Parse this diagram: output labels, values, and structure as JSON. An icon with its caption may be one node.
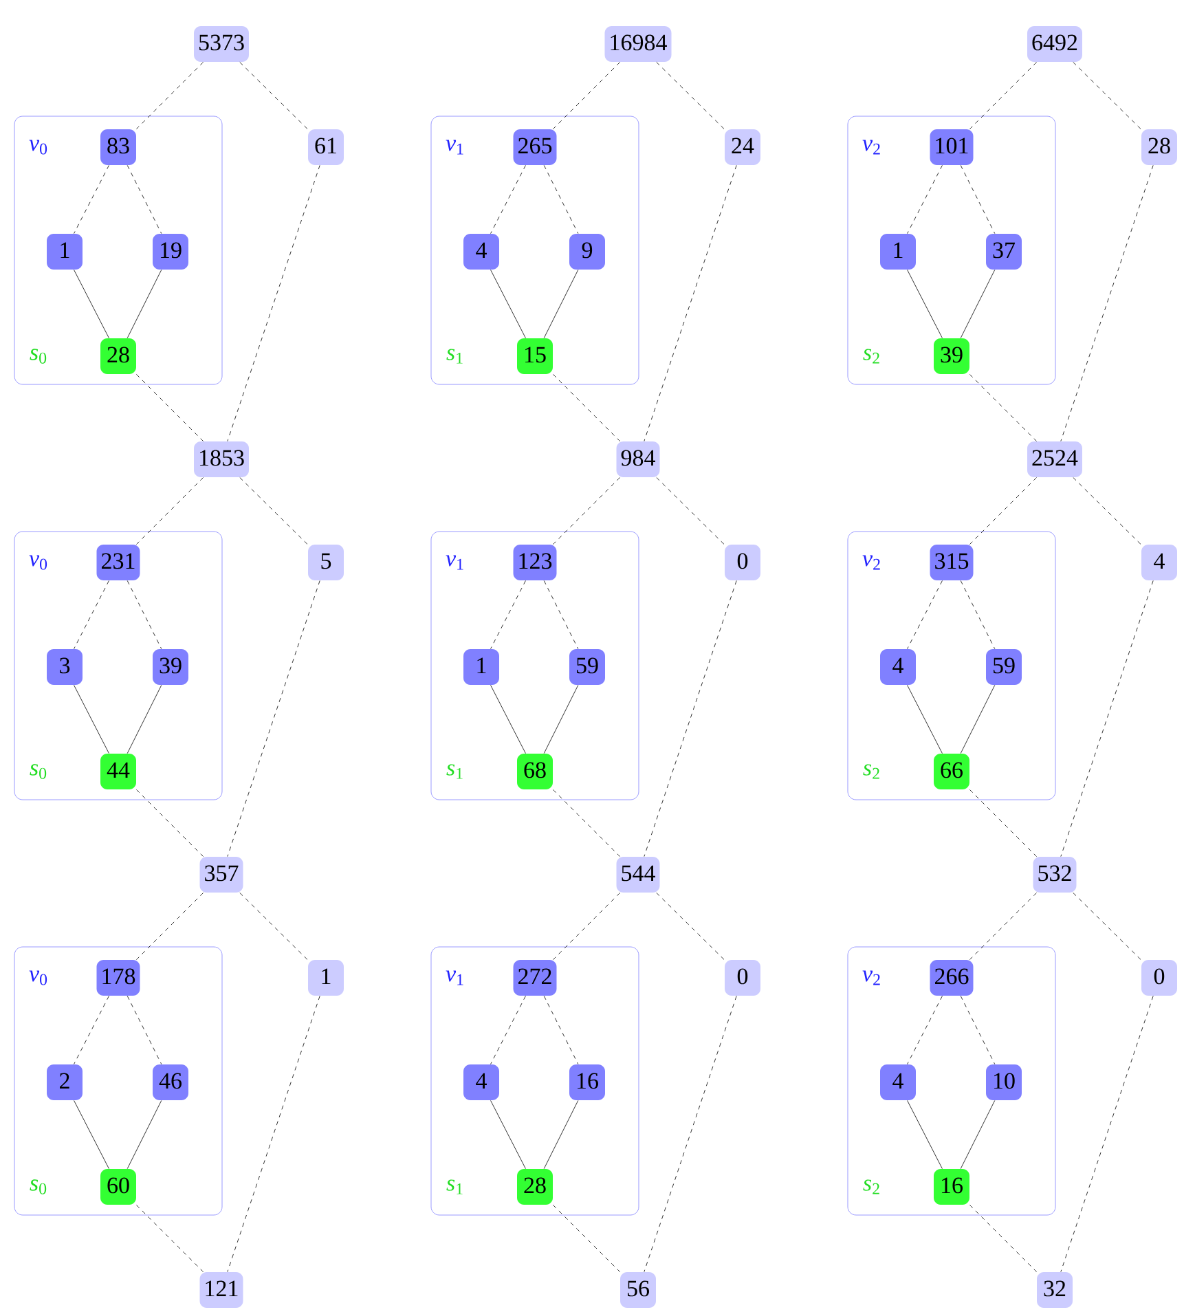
{
  "diagram": {
    "nodes": [
      {
        "text": [
          "5373"
        ]
      },
      {
        "text": [
          "*v*$_{0}$",
          "*s*$_{0}$"
        ]
      },
      {
        "text": [
          "83"
        ],
        "in": 1
      },
      {
        "text": [
          "1"
        ],
        "in": 1
      },
      {
        "text": [
          "19"
        ],
        "in": 1
      },
      {
        "text": [
          "28"
        ],
        "in": 1
      },
      {
        "text": [
          "61"
        ]
      },
      {
        "text": [
          "1853"
        ]
      },
      {
        "text": [
          "*v*$_{0}$",
          "*s*$_{0}$"
        ]
      },
      {
        "text": [
          "231"
        ],
        "in": 8
      },
      {
        "text": [
          "3"
        ],
        "in": 8
      },
      {
        "text": [
          "39"
        ],
        "in": 8
      },
      {
        "text": [
          "44"
        ],
        "in": 8
      },
      {
        "text": [
          "5"
        ]
      },
      {
        "text": [
          "357"
        ]
      },
      {
        "text": [
          "*v*$_{0}$",
          "*s*$_{0}$"
        ]
      },
      {
        "text": [
          "178"
        ],
        "in": 15
      },
      {
        "text": [
          "2"
        ],
        "in": 15
      },
      {
        "text": [
          "46"
        ],
        "in": 15
      },
      {
        "text": [
          "60"
        ],
        "in": 15
      },
      {
        "text": [
          "1"
        ]
      },
      {
        "text": [
          "121"
        ]
      },
      {
        "text": [
          "16984"
        ]
      },
      {
        "text": [
          "*v*$_{1}$",
          "*s*$_{1}$"
        ]
      },
      {
        "text": [
          "265"
        ],
        "in": 23
      },
      {
        "text": [
          "4"
        ],
        "in": 23
      },
      {
        "text": [
          "9"
        ],
        "in": 23
      },
      {
        "text": [
          "15"
        ],
        "in": 23
      },
      {
        "text": [
          "24"
        ]
      },
      {
        "text": [
          "984"
        ]
      },
      {
        "text": [
          "*v*$_{1}$",
          "*s*$_{1}$"
        ]
      },
      {
        "text": [
          "123"
        ],
        "in": 30
      },
      {
        "text": [
          "1"
        ],
        "in": 30
      },
      {
        "text": [
          "59"
        ],
        "in": 30
      },
      {
        "text": [
          "68"
        ],
        "in": 30
      },
      {
        "text": [
          "0"
        ]
      },
      {
        "text": [
          "544"
        ]
      },
      {
        "text": [
          "*v*$_{1}$",
          "*s*$_{1}$"
        ]
      },
      {
        "text": [
          "272"
        ],
        "in": 37
      },
      {
        "text": [
          "4"
        ],
        "in": 37
      },
      {
        "text": [
          "16"
        ],
        "in": 37
      },
      {
        "text": [
          "28"
        ],
        "in": 37
      },
      {
        "text": [
          "0"
        ]
      },
      {
        "text": [
          "56"
        ]
      },
      {
        "text": [
          "6492"
        ]
      },
      {
        "text": [
          "*v*$_{2}$",
          "*s*$_{2}$"
        ]
      },
      {
        "text": [
          "101"
        ],
        "in": 45
      },
      {
        "text": [
          "1"
        ],
        "in": 45
      },
      {
        "text": [
          "37"
        ],
        "in": 45
      },
      {
        "text": [
          "39"
        ],
        "in": 45
      },
      {
        "text": [
          "28"
        ]
      },
      {
        "text": [
          "2524"
        ]
      },
      {
        "text": [
          "*v*$_{2}$",
          "*s*$_{2}$"
        ]
      },
      {
        "text": [
          "315"
        ],
        "in": 52
      },
      {
        "text": [
          "4"
        ],
        "in": 52
      },
      {
        "text": [
          "59"
        ],
        "in": 52
      },
      {
        "text": [
          "66"
        ],
        "in": 52
      },
      {
        "text": [
          "4"
        ]
      },
      {
        "text": [
          "532"
        ]
      },
      {
        "text": [
          "*v*$_{2}$",
          "*s*$_{2}$"
        ]
      },
      {
        "text": [
          "266"
        ],
        "in": 59
      },
      {
        "text": [
          "4"
        ],
        "in": 59
      },
      {
        "text": [
          "10"
        ],
        "in": 59
      },
      {
        "text": [
          "16"
        ],
        "in": 59
      },
      {
        "text": [
          "0"
        ]
      },
      {
        "text": [
          "32"
        ]
      }
    ],
    "edges": [
      {
        "from": 0,
        "to": 2,
        "arrow": "none",
        "style": "dashed"
      },
      {
        "from": 0,
        "to": 6,
        "arrow": "none",
        "style": "dashed"
      },
      {
        "from": 2,
        "to": 3,
        "arrow": "none",
        "style": "dashed"
      },
      {
        "from": 2,
        "to": 4,
        "arrow": "none",
        "style": "dashed"
      },
      {
        "from": 3,
        "to": 5,
        "arrow": "none"
      },
      {
        "from": 4,
        "to": 5,
        "arrow": "none"
      },
      {
        "from": 5,
        "to": 7,
        "arrow": "none",
        "style": "dashed"
      },
      {
        "from": 6,
        "to": 7,
        "arrow": "none",
        "style": "dashed"
      },
      {
        "from": 7,
        "to": 9,
        "arrow": "none",
        "style": "dashed"
      },
      {
        "from": 7,
        "to": 13,
        "arrow": "none",
        "style": "dashed"
      },
      {
        "from": 9,
        "to": 10,
        "arrow": "none",
        "style": "dashed"
      },
      {
        "from": 9,
        "to": 11,
        "arrow": "none",
        "style": "dashed"
      },
      {
        "from": 10,
        "to": 12,
        "arrow": "none"
      },
      {
        "from": 11,
        "to": 12,
        "arrow": "none"
      },
      {
        "from": 12,
        "to": 14,
        "arrow": "none",
        "style": "dashed"
      },
      {
        "from": 13,
        "to": 14,
        "arrow": "none",
        "style": "dashed"
      },
      {
        "from": 14,
        "to": 16,
        "arrow": "none",
        "style": "dashed"
      },
      {
        "from": 14,
        "to": 20,
        "arrow": "none",
        "style": "dashed"
      },
      {
        "from": 16,
        "to": 17,
        "arrow": "none",
        "style": "dashed"
      },
      {
        "from": 16,
        "to": 18,
        "arrow": "none",
        "style": "dashed"
      },
      {
        "from": 17,
        "to": 19,
        "arrow": "none"
      },
      {
        "from": 18,
        "to": 19,
        "arrow": "none"
      },
      {
        "from": 19,
        "to": 21,
        "arrow": "none",
        "style": "dashed"
      },
      {
        "from": 20,
        "to": 21,
        "arrow": "none",
        "style": "dashed"
      },
      {
        "from": 22,
        "to": 24,
        "arrow": "none",
        "style": "dashed"
      },
      {
        "from": 22,
        "to": 28,
        "arrow": "none",
        "style": "dashed"
      },
      {
        "from": 24,
        "to": 25,
        "arrow": "none",
        "style": "dashed"
      },
      {
        "from": 24,
        "to": 26,
        "arrow": "none",
        "style": "dashed"
      },
      {
        "from": 25,
        "to": 27,
        "arrow": "none"
      },
      {
        "from": 26,
        "to": 27,
        "arrow": "none"
      },
      {
        "from": 27,
        "to": 29,
        "arrow": "none",
        "style": "dashed"
      },
      {
        "from": 28,
        "to": 29,
        "arrow": "none",
        "style": "dashed"
      },
      {
        "from": 29,
        "to": 31,
        "arrow": "none",
        "style": "dashed"
      },
      {
        "from": 29,
        "to": 35,
        "arrow": "none",
        "style": "dashed"
      },
      {
        "from": 31,
        "to": 32,
        "arrow": "none",
        "style": "dashed"
      },
      {
        "from": 31,
        "to": 33,
        "arrow": "none",
        "style": "dashed"
      },
      {
        "from": 32,
        "to": 34,
        "arrow": "none"
      },
      {
        "from": 33,
        "to": 34,
        "arrow": "none"
      },
      {
        "from": 34,
        "to": 36,
        "arrow": "none",
        "style": "dashed"
      },
      {
        "from": 35,
        "to": 36,
        "arrow": "none",
        "style": "dashed"
      },
      {
        "from": 36,
        "to": 38,
        "arrow": "none",
        "style": "dashed"
      },
      {
        "from": 36,
        "to": 42,
        "arrow": "none",
        "style": "dashed"
      },
      {
        "from": 38,
        "to": 39,
        "arrow": "none",
        "style": "dashed"
      },
      {
        "from": 38,
        "to": 40,
        "arrow": "none",
        "style": "dashed"
      },
      {
        "from": 39,
        "to": 41,
        "arrow": "none"
      },
      {
        "from": 40,
        "to": 41,
        "arrow": "none"
      },
      {
        "from": 41,
        "to": 43,
        "arrow": "none",
        "style": "dashed"
      },
      {
        "from": 42,
        "to": 43,
        "arrow": "none",
        "style": "dashed"
      },
      {
        "from": 44,
        "to": 46,
        "arrow": "none",
        "style": "dashed"
      },
      {
        "from": 44,
        "to": 50,
        "arrow": "none",
        "style": "dashed"
      },
      {
        "from": 46,
        "to": 47,
        "arrow": "none",
        "style": "dashed"
      },
      {
        "from": 46,
        "to": 48,
        "arrow": "none",
        "style": "dashed"
      },
      {
        "from": 47,
        "to": 49,
        "arrow": "none"
      },
      {
        "from": 48,
        "to": 49,
        "arrow": "none"
      },
      {
        "from": 49,
        "to": 51,
        "arrow": "none",
        "style": "dashed"
      },
      {
        "from": 50,
        "to": 51,
        "arrow": "none",
        "style": "dashed"
      },
      {
        "from": 51,
        "to": 53,
        "arrow": "none",
        "style": "dashed"
      },
      {
        "from": 51,
        "to": 57,
        "arrow": "none",
        "style": "dashed"
      },
      {
        "from": 53,
        "to": 54,
        "arrow": "none",
        "style": "dashed"
      },
      {
        "from": 53,
        "to": 55,
        "arrow": "none",
        "style": "dashed"
      },
      {
        "from": 54,
        "to": 56,
        "arrow": "none"
      },
      {
        "from": 55,
        "to": 56,
        "arrow": "none"
      },
      {
        "from": 56,
        "to": 58,
        "arrow": "none",
        "style": "dashed"
      },
      {
        "from": 57,
        "to": 58,
        "arrow": "none",
        "style": "dashed"
      },
      {
        "from": 58,
        "to": 60,
        "arrow": "none",
        "style": "dashed"
      },
      {
        "from": 58,
        "to": 64,
        "arrow": "none",
        "style": "dashed"
      },
      {
        "from": 60,
        "to": 61,
        "arrow": "none",
        "style": "dashed"
      },
      {
        "from": 60,
        "to": 62,
        "arrow": "none",
        "style": "dashed"
      },
      {
        "from": 61,
        "to": 63,
        "arrow": "none"
      },
      {
        "from": 62,
        "to": 63,
        "arrow": "none"
      },
      {
        "from": 63,
        "to": 65,
        "arrow": "none",
        "style": "dashed"
      },
      {
        "from": 64,
        "to": 65,
        "arrow": "none",
        "style": "dashed"
      }
    ]
  }
}
